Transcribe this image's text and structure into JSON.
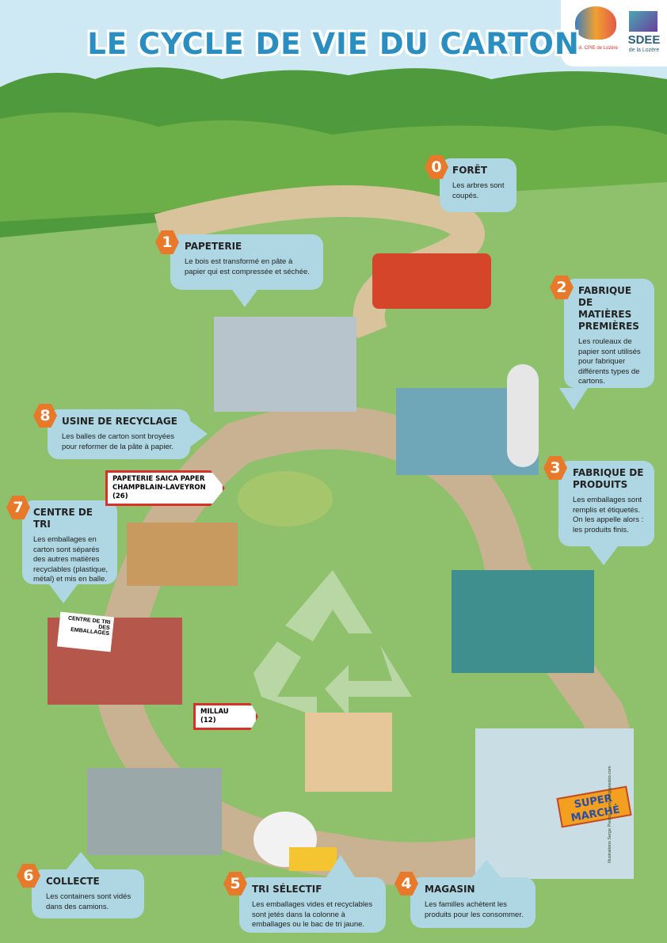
{
  "title": "LE CYCLE DE VIE DU CARTON",
  "logos": {
    "cpie": "Réel. CPIE de Lozère",
    "sdee_name": "SDEE",
    "sdee_sub": "de la Lozère"
  },
  "steps": [
    {
      "num": "0",
      "title": "FORÊT",
      "text": "Les arbres sont coupés."
    },
    {
      "num": "1",
      "title": "PAPETERIE",
      "text": "Le bois est transformé en pâte à papier qui est compressée et séchée."
    },
    {
      "num": "2",
      "title": "FABRIQUE DE MATIÈRES PREMIÈRES",
      "text": "Les rouleaux de papier sont utilisés pour fabriquer différents types de cartons."
    },
    {
      "num": "3",
      "title": "FABRIQUE DE PRODUITS",
      "text": "Les emballages sont remplis et étiquetés. On les appelle alors : les produits finis."
    },
    {
      "num": "4",
      "title": "MAGASIN",
      "text": "Les familles achètent les produits pour les consommer."
    },
    {
      "num": "5",
      "title": "TRI SÉLECTIF",
      "text": "Les emballages vides et recyclables sont jetés dans la colonne à emballages ou le bac de tri jaune."
    },
    {
      "num": "6",
      "title": "COLLECTE",
      "text": "Les containers sont vidés dans des camions."
    },
    {
      "num": "7",
      "title": "CENTRE DE TRI",
      "text": "Les emballages en carton sont séparés des autres matières recyclables (plastique, métal) et mis en balle."
    },
    {
      "num": "8",
      "title": "USINE DE RECYCLAGE",
      "text": "Les balles de carton sont broyées pour reformer de la pâte à papier."
    }
  ],
  "signs": {
    "papeterie": "PAPETERIE SAICA PAPER CHAMPBLAIN-LAVEYRON (26)",
    "millau": "MILLAU (12)",
    "centre_tri": "CENTRE DE TRI DES EMBALLAGES",
    "supermarche": "SUPER MARCHÉ"
  },
  "credit": "Illustrations Serge Piedoo : www.sergepiedoo.com"
}
